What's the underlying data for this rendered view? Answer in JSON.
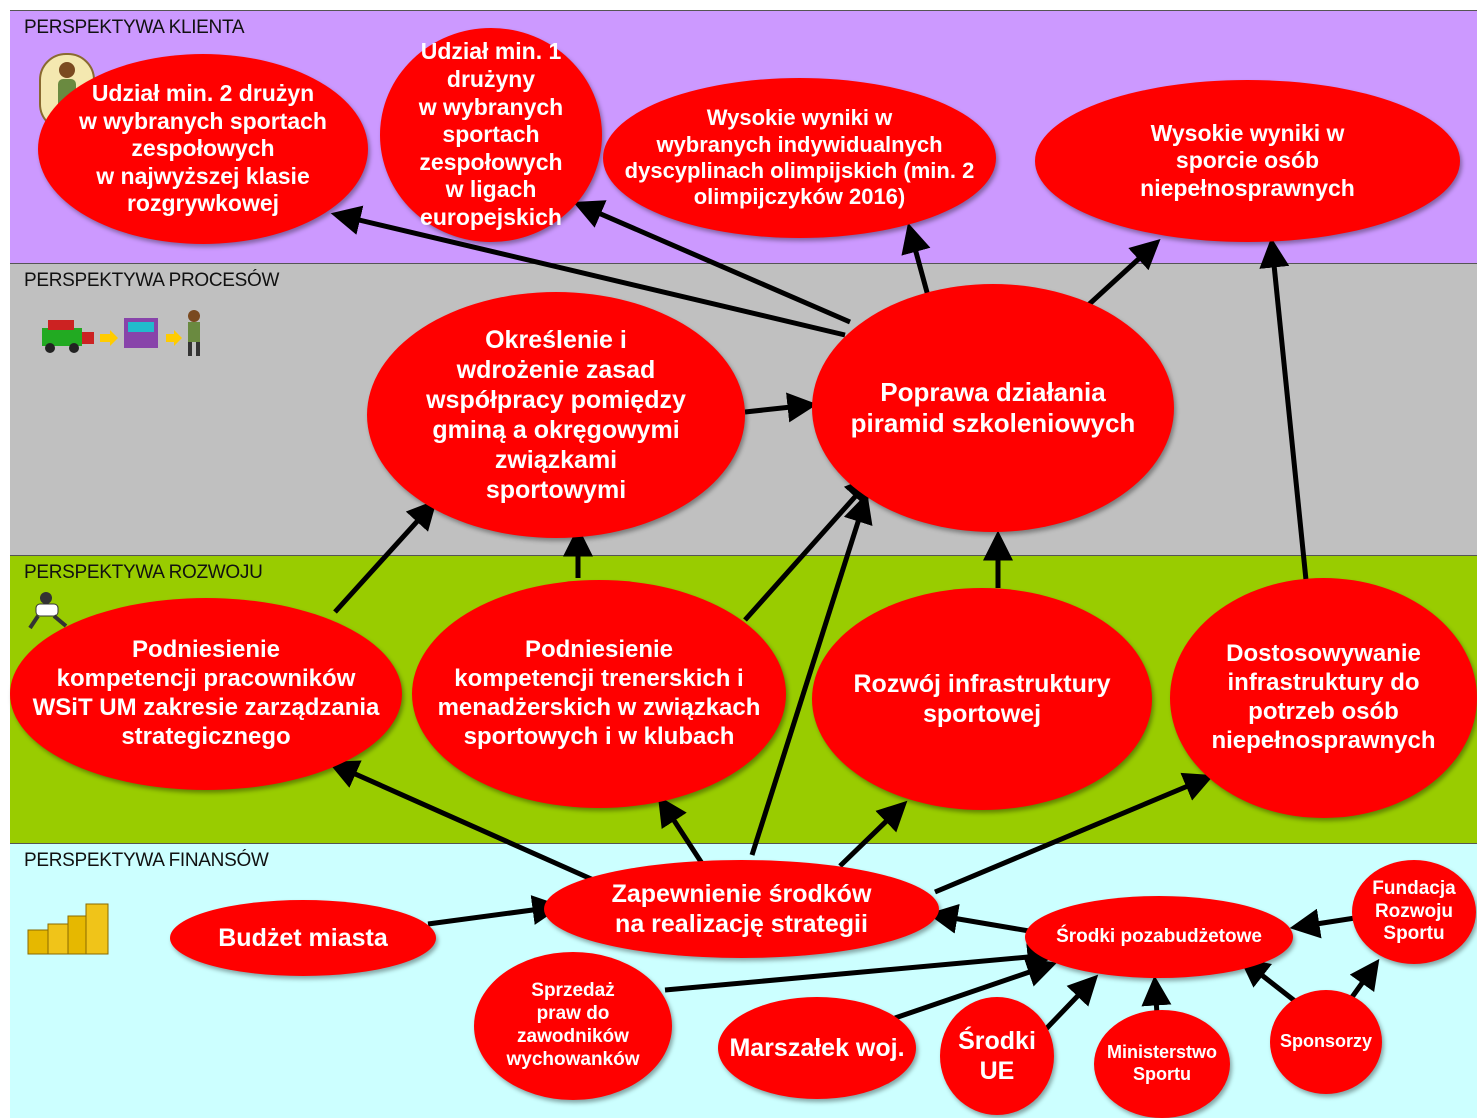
{
  "perspectives": {
    "klient": "PERSPEKTYWA KLIENTA",
    "procesy": "PERSPEKTYWA PROCESÓW",
    "rozwoj": "PERSPEKTYWA ROZWOJU",
    "finanse": "PERSPEKTYWA FINANSÓW"
  },
  "nodes": {
    "udzial2": "Udział min. 2 drużyn\nw wybranych sportach\nzespołowych\nw najwyższej klasie\nrozgrywkowej",
    "udzial1": "Udział min. 1 drużyny\nw wybranych sportach\nzespołowych\nw ligach\neuropejskich",
    "wyniki_olimp": "Wysokie wyniki w\nwybranych indywidualnych\ndyscyplinach olimpijskich (min. 2\nolimpijczyków 2016)",
    "wyniki_niepel": "Wysokie wyniki w\nsporcie osób\nniepełnosprawnych",
    "okreslenie": "Określenie i\nwdrożenie zasad\nwspółpracy pomiędzy\ngminą a okręgowymi\nzwiązkami\nsportowymi",
    "poprawa": "Poprawa działania\npiramid szkoleniowych",
    "podniesienie_pracownikow": "Podniesienie\nkompetencji pracowników\nWSiT UM zakresie zarządzania\nstrategicznego",
    "podniesienie_trenerskich": "Podniesienie\nkompetencji trenerskich  i\nmenadżerskich  w związkach\nsportowych  i w klubach",
    "rozwoj_infra": "Rozwój infrastruktury\nsportowej",
    "dostosowywanie": "Dostosowywanie\ninfrastruktury  do\npotrzeb osób\nniepełnosprawnych",
    "zapewnienie": "Zapewnienie środków\nna realizację strategii",
    "budzet": "Budżet miasta",
    "pozabudzetowe": "Środki pozabudżetowe",
    "fundacja": "Fundacja\nRozwoju\nSportu",
    "sprzedaz": "Sprzedaż\npraw do\nzawodników\nwychowanków",
    "marszalek": "Marszałek woj.",
    "srodki_ue": "Środki\nUE",
    "ministerstwo": "Ministerstwo\nSportu",
    "sponsorzy": "Sponsorzy"
  },
  "colors": {
    "klient_band": "#cc99ff",
    "procesy_band": "#c0c0c0",
    "rozwoj_band": "#99cc00",
    "finanse_band": "#ccffff",
    "node_fill": "#ff0000",
    "node_text": "#ffffff",
    "arrow": "#000000"
  },
  "icons": [
    "customer-clipart-icon",
    "process-flow-icon",
    "runner-icon",
    "coins-icon"
  ]
}
